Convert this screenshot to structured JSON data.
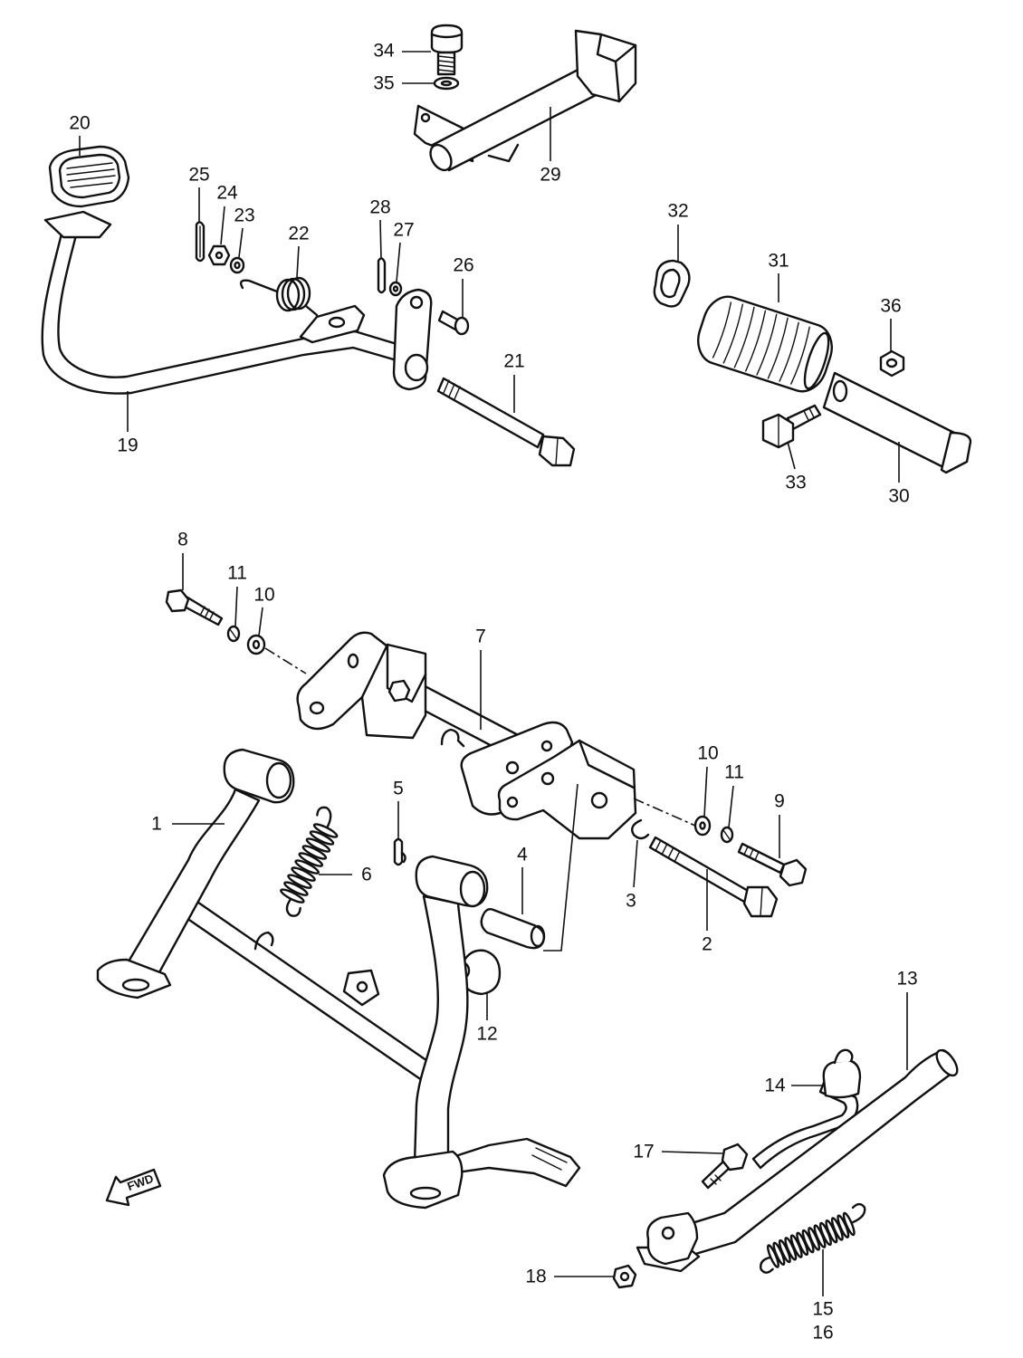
{
  "page": {
    "background": "#ffffff",
    "line_color": "#111111"
  },
  "diagram": {
    "direction_marker": "FWD",
    "callouts": [
      "34",
      "35",
      "20",
      "29",
      "25",
      "24",
      "23",
      "22",
      "28",
      "27",
      "26",
      "32",
      "31",
      "36",
      "21",
      "19",
      "33",
      "30",
      "8",
      "11",
      "10",
      "7",
      "10",
      "11",
      "9",
      "1",
      "5",
      "6",
      "4",
      "3",
      "2",
      "12",
      "13",
      "14",
      "17",
      "18",
      "15",
      "16"
    ]
  }
}
